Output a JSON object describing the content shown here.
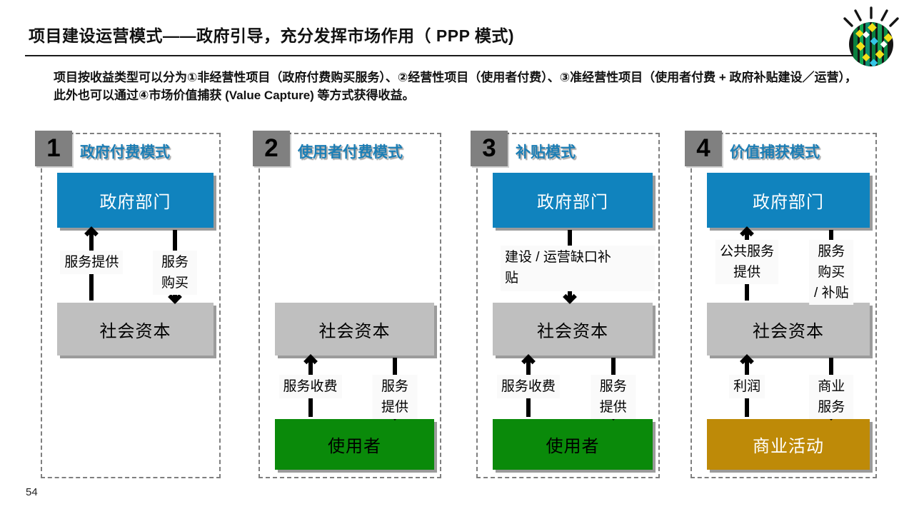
{
  "slide": {
    "title": "项目建设运营模式——政府引导，充分发挥市场作用（ PPP 模式)",
    "intro": "项目按收益类型可以分为①非经营性项目（政府付费购买服务）、②经营性项目（使用者付费）、③准经营性项目（使用者付费 + 政府补贴建设／运营），此外也可以通过④市场价值捕获 (Value Capture) 等方式获得收益。",
    "page_number": "54",
    "logo_icon": "mosaic-globe-with-rays"
  },
  "colors": {
    "government_blue": "#1083BE",
    "capital_gray": "#BFBFBF",
    "user_green": "#0A8A0A",
    "business_gold": "#BE8A08",
    "badge_gray": "#808080",
    "panel_title_blue": "#1C7EB5",
    "dashed_border_gray": "#7f7f7f"
  },
  "panels": [
    {
      "number": "1",
      "title": "政府付费模式",
      "boxes": {
        "government": "政府部门",
        "capital": "社会资本"
      },
      "flows": {
        "up_label": "服务提供",
        "down_label": "服务购买"
      }
    },
    {
      "number": "2",
      "title": "使用者付费模式",
      "boxes": {
        "capital": "社会资本",
        "user": "使用者"
      },
      "flows": {
        "up_label": "服务收费",
        "down_label": "服务提供"
      }
    },
    {
      "number": "3",
      "title": "补贴模式",
      "boxes": {
        "government": "政府部门",
        "capital": "社会资本",
        "user": "使用者"
      },
      "flows": {
        "subsidy_label": "建设 / 运营缺口补\n贴",
        "up_label": "服务收费",
        "down_label": "服务提供"
      }
    },
    {
      "number": "4",
      "title": "价值捕获模式",
      "boxes": {
        "government": "政府部门",
        "capital": "社会资本",
        "business": "商业活动"
      },
      "flows": {
        "up_label": "公共服务\n提供",
        "down_label": "服务购买\n/ 补贴",
        "profit_label": "利润",
        "service_label": "商业服务"
      }
    }
  ]
}
